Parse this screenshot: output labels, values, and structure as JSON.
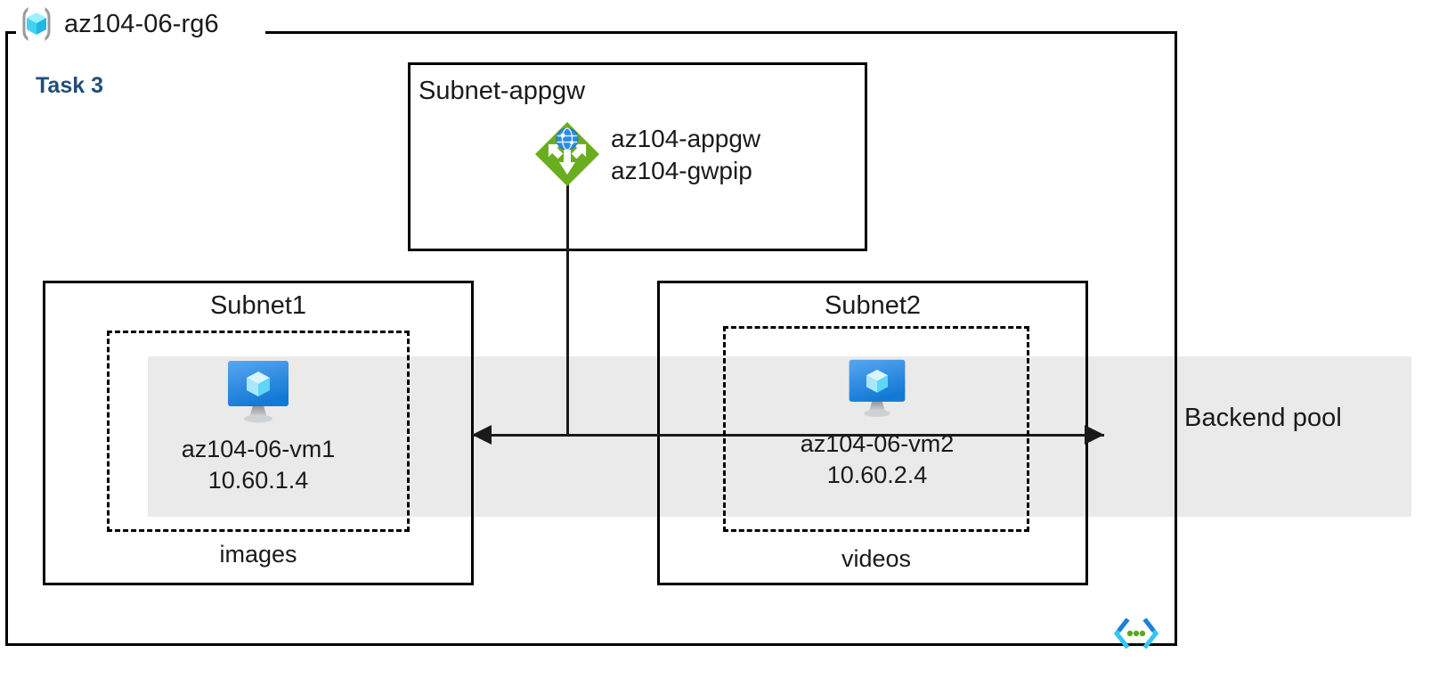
{
  "diagram": {
    "resource_group": {
      "icon": "resource-group-icon",
      "name": "az104-06-rg6"
    },
    "task_label": "Task 3",
    "backend_pool": {
      "label": "Backend pool",
      "band_color": "#eaeaea"
    },
    "code_icon": {
      "name": "code-brackets-icon",
      "bracket_color": "#32c5f4",
      "dot_color": "#5aa81a"
    },
    "subnets": [
      {
        "id": "subnet-appgw",
        "title": "Subnet-appgw",
        "resources": [
          {
            "icon": "application-gateway-icon",
            "icon_color": "#5aa81a",
            "lines": [
              "az104-appgw",
              "az104-gwpip"
            ]
          }
        ]
      },
      {
        "id": "subnet1",
        "title": "Subnet1",
        "inner_label": "images",
        "vm": {
          "icon": "virtual-machine-icon",
          "name": "az104-06-vm1",
          "ip": "10.60.1.4"
        }
      },
      {
        "id": "subnet2",
        "title": "Subnet2",
        "inner_label": "videos",
        "vm": {
          "icon": "virtual-machine-icon",
          "name": "az104-06-vm2",
          "ip": "10.60.2.4"
        }
      }
    ],
    "connectors": [
      {
        "name": "appgw-to-backend-link",
        "type": "vertical-line"
      },
      {
        "name": "subnet1-subnet2-link",
        "type": "double-arrow-horizontal"
      }
    ]
  }
}
